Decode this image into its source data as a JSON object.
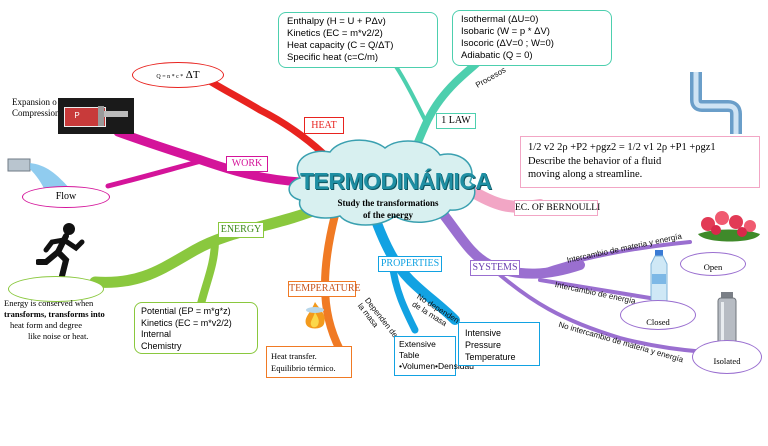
{
  "center": {
    "title": "TERMODINÁMICA",
    "subtitle_line1": "Study the transformations",
    "subtitle_line2": "of the energy"
  },
  "first_law_box": {
    "lines": [
      "Enthalpy  (H  =  U  +  PΔv)",
      "Kinetics  (EC  =  m*v2/2)",
      "Heat  capacity  (C  =  Q/ΔT)",
      "Specific  heat  (c=C/m)"
    ]
  },
  "processes_box": {
    "lines": [
      "Isothermal  (ΔU=0)",
      "Isobaric  (W  =  p  *  ΔV)",
      "Isocoric  (ΔV=0  ;  W=0)",
      "Adiabatic  (Q  =  0)"
    ]
  },
  "first_law": {
    "label": "1 LAW",
    "procesos_label": "Procesos"
  },
  "heat": {
    "label": "HEAT",
    "formula_prefix": "Q = n * c *",
    "formula_delta": "ΔT"
  },
  "work": {
    "label": "WORK",
    "expansion_line1": "Expansion o",
    "expansion_line2": "Compression",
    "piston_letter": "P",
    "flow_label": "Flow"
  },
  "energy": {
    "label": "ENERGY",
    "conservation_line1": "Energy is conserved when",
    "conservation_line2": "transforms, transforms into",
    "conservation_line3": "heat form and degree",
    "conservation_line4": "like noise or heat.",
    "types_lines": [
      "Potential  (EP  =  m*g*z)",
      "Kinetics  (EC  =  m*v2/2)",
      "Internal",
      "Chemistry"
    ]
  },
  "temperature": {
    "label": "TEMPERATURE",
    "note_line1": "Heat transfer.",
    "note_line2": "Equilibrio térmico."
  },
  "properties": {
    "label": "PROPERTIES",
    "extensive_link": "Dependen de\nla masa",
    "intensive_link": "No dependen\nde la masa",
    "extensive_lines": [
      "Extensive",
      "Table",
      "•Volumen•Densidad"
    ],
    "intensive_lines": [
      "Intensive",
      "Pressure",
      "Temperature"
    ]
  },
  "systems": {
    "label": "SYSTEMS",
    "open_link": "Intercambio de materia y energía",
    "closed_link": "Intercambio de energía",
    "isolated_link": "No intercambio de materia y energía",
    "open": "Open",
    "closed": "Closed",
    "isolated": "Isolated"
  },
  "bernoulli": {
    "label": "EC. OF BERNOULLI",
    "equation": "1/2 v2 2ρ +P2 +ρgz2 = 1/2 v1 2ρ +P1 +ρgz1",
    "desc_line1": "Describe the behavior of a fluid",
    "desc_line2": "moving along a streamline."
  },
  "colors": {
    "heat": "#e8231f",
    "work": "#d4149a",
    "energy": "#8ac83e",
    "temperature": "#f07a24",
    "properties": "#12a2e2",
    "systems": "#9a6fd0",
    "bernoulli": "#f2a6c5",
    "first_law": "#4dcfae",
    "title": "#1f8fa3",
    "cloud": "#d8f0f0"
  },
  "icons": [
    "piston-icon",
    "water-flow-icon",
    "runner-icon",
    "flame-icon",
    "pipe-icon",
    "flowers-icon",
    "water-bottle-icon",
    "thermos-icon"
  ]
}
